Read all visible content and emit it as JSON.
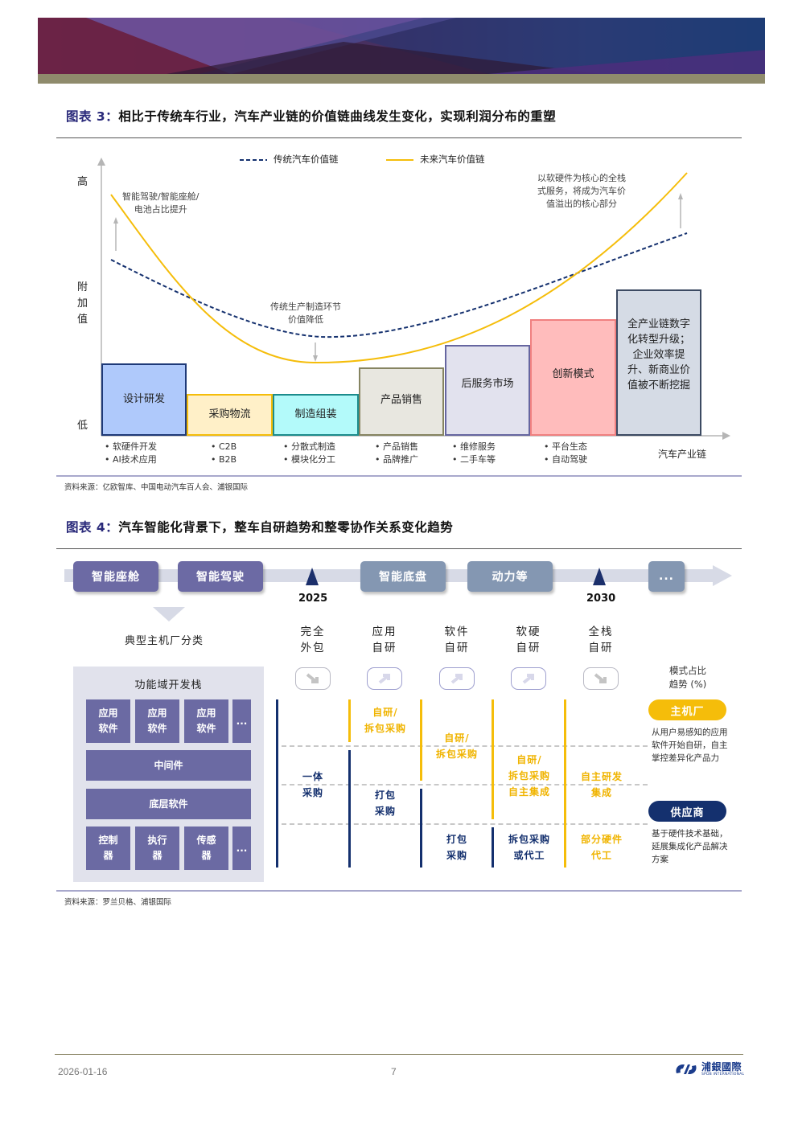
{
  "figure3": {
    "label": "图表 3：",
    "title": "相比于传统车行业，汽车产业链的价值链曲线发生变化，实现利润分布的重塑",
    "legend": {
      "traditional": "传统汽车价值链",
      "future": "未来汽车价值链"
    },
    "y_axis": {
      "high": "高",
      "label": "附加值",
      "low": "低"
    },
    "x_axis_label": "汽车产业链",
    "notes": {
      "left": "智能驾驶/智能座舱/\n电池占比提升",
      "middle": "传统生产制造环节\n价值降低",
      "right": "以软硬件为核心的全栈\n式服务，将成为汽车价\n值溢出的核心部分"
    },
    "stages": [
      {
        "name": "设计研发",
        "bullets": [
          "软硬件开发",
          "AI技术应用"
        ],
        "fill": "#afc9fb",
        "border": "#1f3a78"
      },
      {
        "name": "采购物流",
        "bullets": [
          "C2B",
          "B2B"
        ],
        "fill": "#fff0c8",
        "border": "#f5bd0a"
      },
      {
        "name": "制造组装",
        "bullets": [
          "分散式制造",
          "模块化分工"
        ],
        "fill": "#b3fafa",
        "border": "#1c8c8c"
      },
      {
        "name": "产品销售",
        "bullets": [
          "产品销售",
          "品牌推广"
        ],
        "fill": "#e8e7e0",
        "border": "#868461"
      },
      {
        "name": "后服务市场",
        "bullets": [
          "维修服务",
          "二手车等"
        ],
        "fill": "#e2e2ee",
        "border": "#6666a0"
      },
      {
        "name": "创新模式",
        "bullets": [
          "平台生态",
          "自动驾驶"
        ],
        "fill": "#ffbcbc",
        "border": "#f08080"
      },
      {
        "name": "全产业链数字化转型升级；企业效率提升、新商业价值被不断挖掘",
        "bullets": [],
        "fill": "#d5dbe5",
        "border": "#3c4a62"
      }
    ],
    "source": "资料来源：亿欧智库、中国电动汽车百人会、浦银国际"
  },
  "figure4": {
    "label": "图表 4：",
    "title": "汽车智能化背景下，整车自研趋势和整零协作关系变化趋势",
    "timeline": {
      "items": [
        {
          "label": "智能座舱",
          "style": "dark"
        },
        {
          "label": "智能驾驶",
          "style": "dark"
        },
        {
          "label": "智能底盘",
          "style": "light"
        },
        {
          "label": "动力等",
          "style": "light"
        },
        {
          "label": "...",
          "style": "light"
        }
      ],
      "milestones": [
        "2025",
        "2030"
      ]
    },
    "oem_category_title": "典型主机厂分类",
    "stack": {
      "title": "功能域开发栈",
      "top_row": [
        "应用\n软件",
        "应用\n软件",
        "应用\n软件",
        "..."
      ],
      "middleware": "中间件",
      "base_software": "底层软件",
      "bottom_row": [
        "控制\n器",
        "执行\n器",
        "传感\n器",
        "..."
      ]
    },
    "columns": [
      {
        "header": "完全\n外包",
        "trend": "down",
        "cells": [
          {
            "text": "一体\n采购",
            "color": "navy"
          }
        ]
      },
      {
        "header": "应用\n自研",
        "trend": "up",
        "cells": [
          {
            "text": "自研/\n拆包采购",
            "color": "gold"
          },
          {
            "text": "打包\n采购",
            "color": "navy"
          }
        ]
      },
      {
        "header": "软件\n自研",
        "trend": "up",
        "cells": [
          {
            "text": "自研/\n拆包采购",
            "color": "gold"
          },
          {
            "text": "打包\n采购",
            "color": "navy"
          }
        ]
      },
      {
        "header": "软硬\n自研",
        "trend": "up",
        "cells": [
          {
            "text": "自研/\n拆包采购\n自主集成",
            "color": "gold"
          },
          {
            "text": "拆包采购\n或代工",
            "color": "navy"
          }
        ]
      },
      {
        "header": "全栈\n自研",
        "trend": "down",
        "cells": [
          {
            "text": "自主研发\n集成",
            "color": "gold"
          },
          {
            "text": "部分硬件\n代工",
            "color": "gold"
          }
        ]
      }
    ],
    "trend_title": "模式占比\n趋势 (%)",
    "legend": [
      {
        "label": "主机厂",
        "color": "#f5bd0a",
        "desc": "从用户易感知的应用软件开始自研，自主掌控差异化产品力"
      },
      {
        "label": "供应商",
        "color": "#14306e",
        "desc": "基于硬件技术基础，延展集成化产品解决方案"
      }
    ],
    "source": "资料来源：罗兰贝格、浦银国际"
  },
  "footer": {
    "date": "2026-01-16",
    "page": "7",
    "logo_cn": "浦銀國際",
    "logo_en": "SPDB INTERNATIONAL"
  },
  "colors": {
    "navy": "#14306e",
    "gold": "#f5bd0a",
    "accent_purple": "#6b6aa3"
  }
}
